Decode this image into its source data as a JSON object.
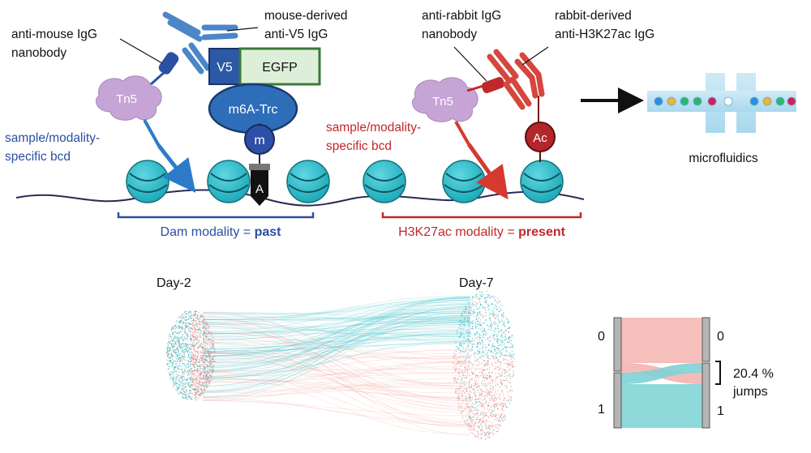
{
  "colors": {
    "blue": "#2B4FA2",
    "red": "#C0282A",
    "teal": "#2DC2CC",
    "pink": "#F0A9A9",
    "purple": "#C6A5D6",
    "green_border": "#3A7A3A",
    "egfp_fill": "#DDEFD9"
  },
  "top_left": {
    "anti_mouse": [
      "anti-mouse IgG",
      "nanobody"
    ],
    "mouse_derived": [
      "mouse-derived",
      "anti-V5 IgG"
    ],
    "v5": "V5",
    "egfp": "EGFP",
    "m6a": "m6A-Trc",
    "m": "m",
    "a": "A",
    "tn5": "Tn5",
    "bcd": [
      "sample/modality-",
      "specific bcd"
    ],
    "modality_prefix": "Dam modality = ",
    "modality_bold": "past"
  },
  "top_right": {
    "anti_rabbit": [
      "anti-rabbit IgG",
      "nanobody"
    ],
    "rabbit_derived": [
      "rabbit-derived",
      "anti-H3K27ac IgG"
    ],
    "tn5": "Tn5",
    "ac": "Ac",
    "bcd": [
      "sample/modality-",
      "specific bcd"
    ],
    "modality_prefix": "H3K27ac modality = ",
    "modality_bold": "present"
  },
  "microfluidics_label": "microfluidics",
  "bottom": {
    "day2": "Day-2",
    "day7": "Day-7",
    "left_top": "0",
    "left_bottom": "1",
    "right_top": "0",
    "right_bottom": "1",
    "jumps": [
      "20.4 %",
      "jumps"
    ]
  }
}
